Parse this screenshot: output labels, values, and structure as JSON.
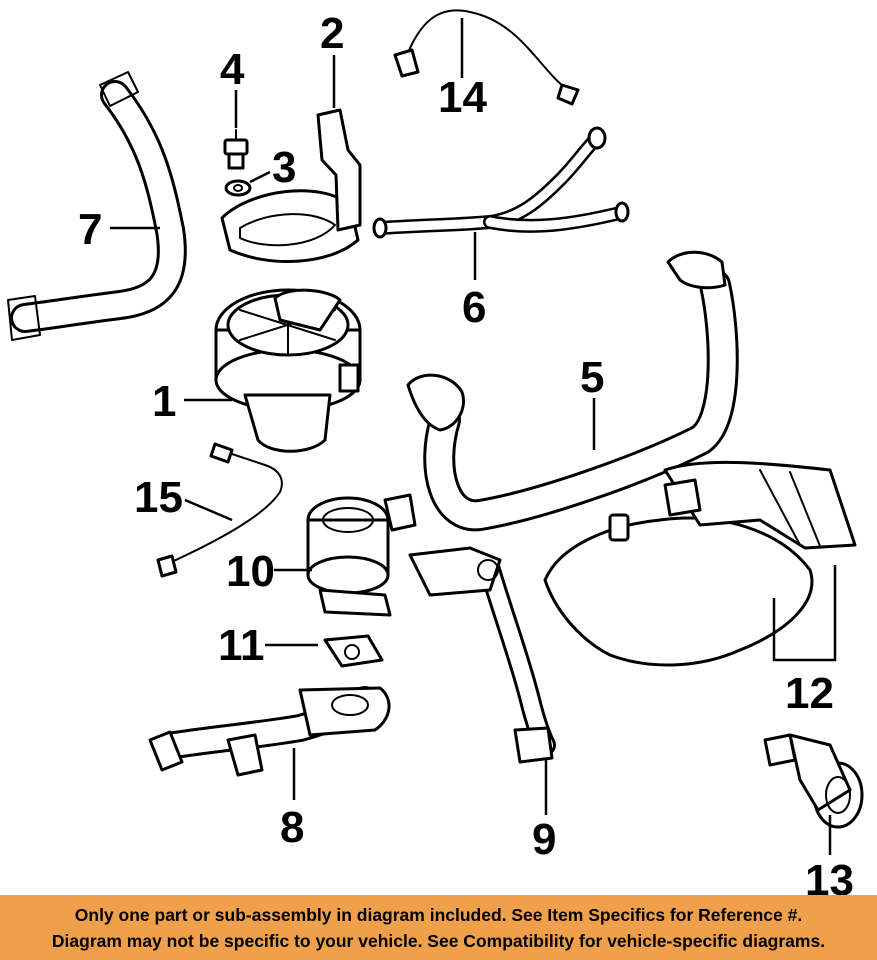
{
  "callouts": {
    "c1": "1",
    "c2": "2",
    "c3": "3",
    "c4": "4",
    "c5": "5",
    "c6": "6",
    "c7": "7",
    "c8": "8",
    "c9": "9",
    "c10": "10",
    "c11": "11",
    "c12": "12",
    "c13": "13",
    "c14": "14",
    "c15": "15"
  },
  "footer": {
    "line1": "Only one part or sub-assembly in diagram included. See Item Specifics for Reference #.",
    "line2": "Diagram may not be specific to your vehicle. See Compatibility for vehicle-specific diagrams."
  },
  "colors": {
    "footer_background": "#f0a04a",
    "line_art": "#000000",
    "background": "#ffffff"
  }
}
